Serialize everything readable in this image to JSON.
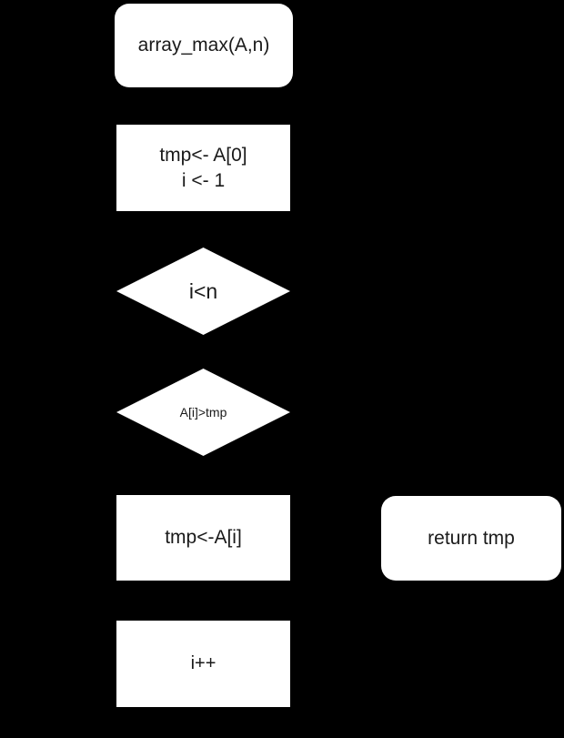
{
  "colors": {
    "background": "#000000",
    "node_fill": "#ffffff",
    "node_text": "#1a1a1a"
  },
  "diagram": {
    "type": "flowchart",
    "nodes": {
      "start": {
        "shape": "terminator",
        "label": "array_max(A,n)"
      },
      "init": {
        "shape": "process",
        "line1": "tmp<- A[0]",
        "line2": "i <- 1"
      },
      "loop_condition": {
        "shape": "decision",
        "label": "i<n"
      },
      "compare": {
        "shape": "decision",
        "label": "A[i]>tmp"
      },
      "assign": {
        "shape": "process",
        "label": "tmp<-A[i]"
      },
      "increment": {
        "shape": "process",
        "label": "i++"
      },
      "return": {
        "shape": "terminator",
        "label": "return tmp"
      }
    }
  }
}
